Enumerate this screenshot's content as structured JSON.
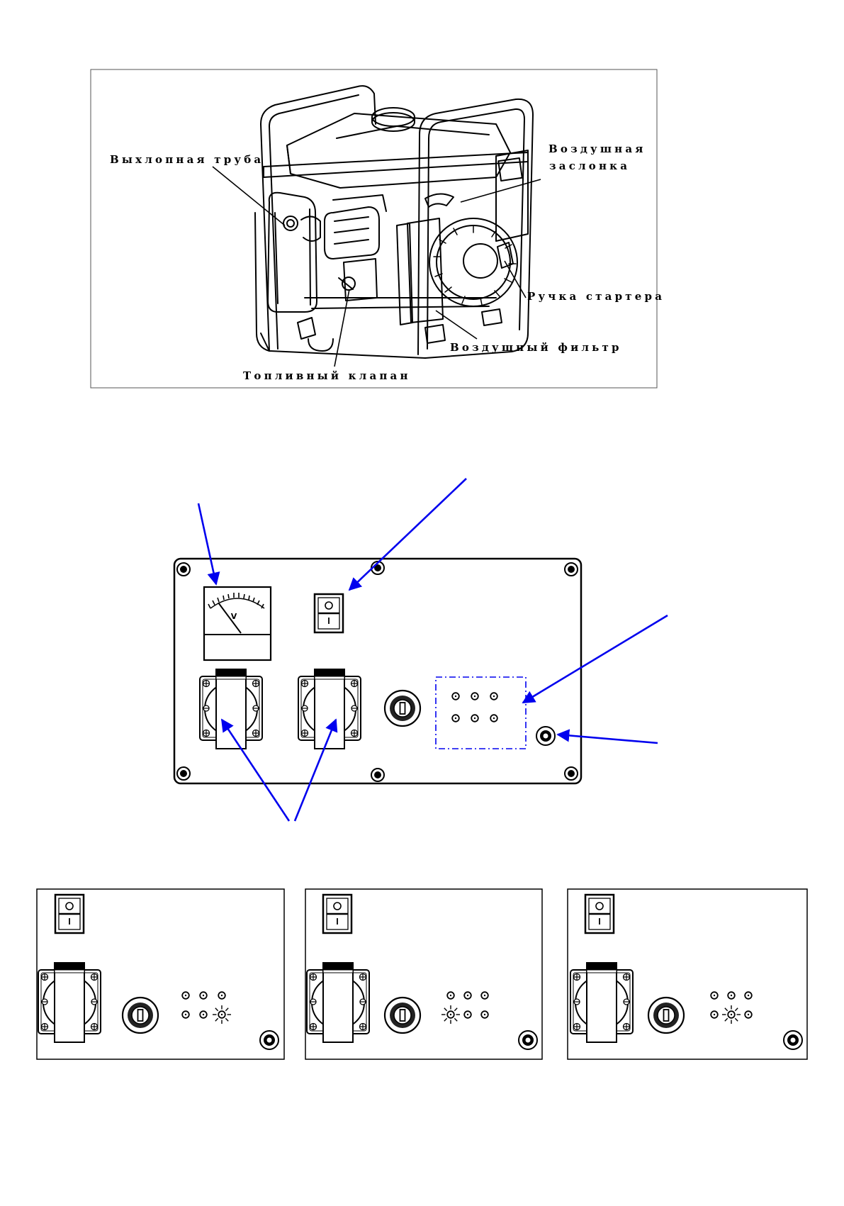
{
  "generator_figure": {
    "labels": {
      "exhaust": "Выхлопная труба",
      "choke_line1": "Воздушная",
      "choke_line2": "заслонка",
      "starter": "Ручка стартера",
      "air_filter": "Воздушный фильтр",
      "fuel_valve": "Топливный клапан"
    }
  },
  "control_panel": {
    "voltmeter_unit": "V",
    "switch_on": "I",
    "switch_off": "O",
    "annotation_color": "#0000ee"
  },
  "indicator_panels": [
    {
      "lit_led": "bottom-right"
    },
    {
      "lit_led": "bottom-left"
    },
    {
      "lit_led": "bottom-center"
    }
  ]
}
